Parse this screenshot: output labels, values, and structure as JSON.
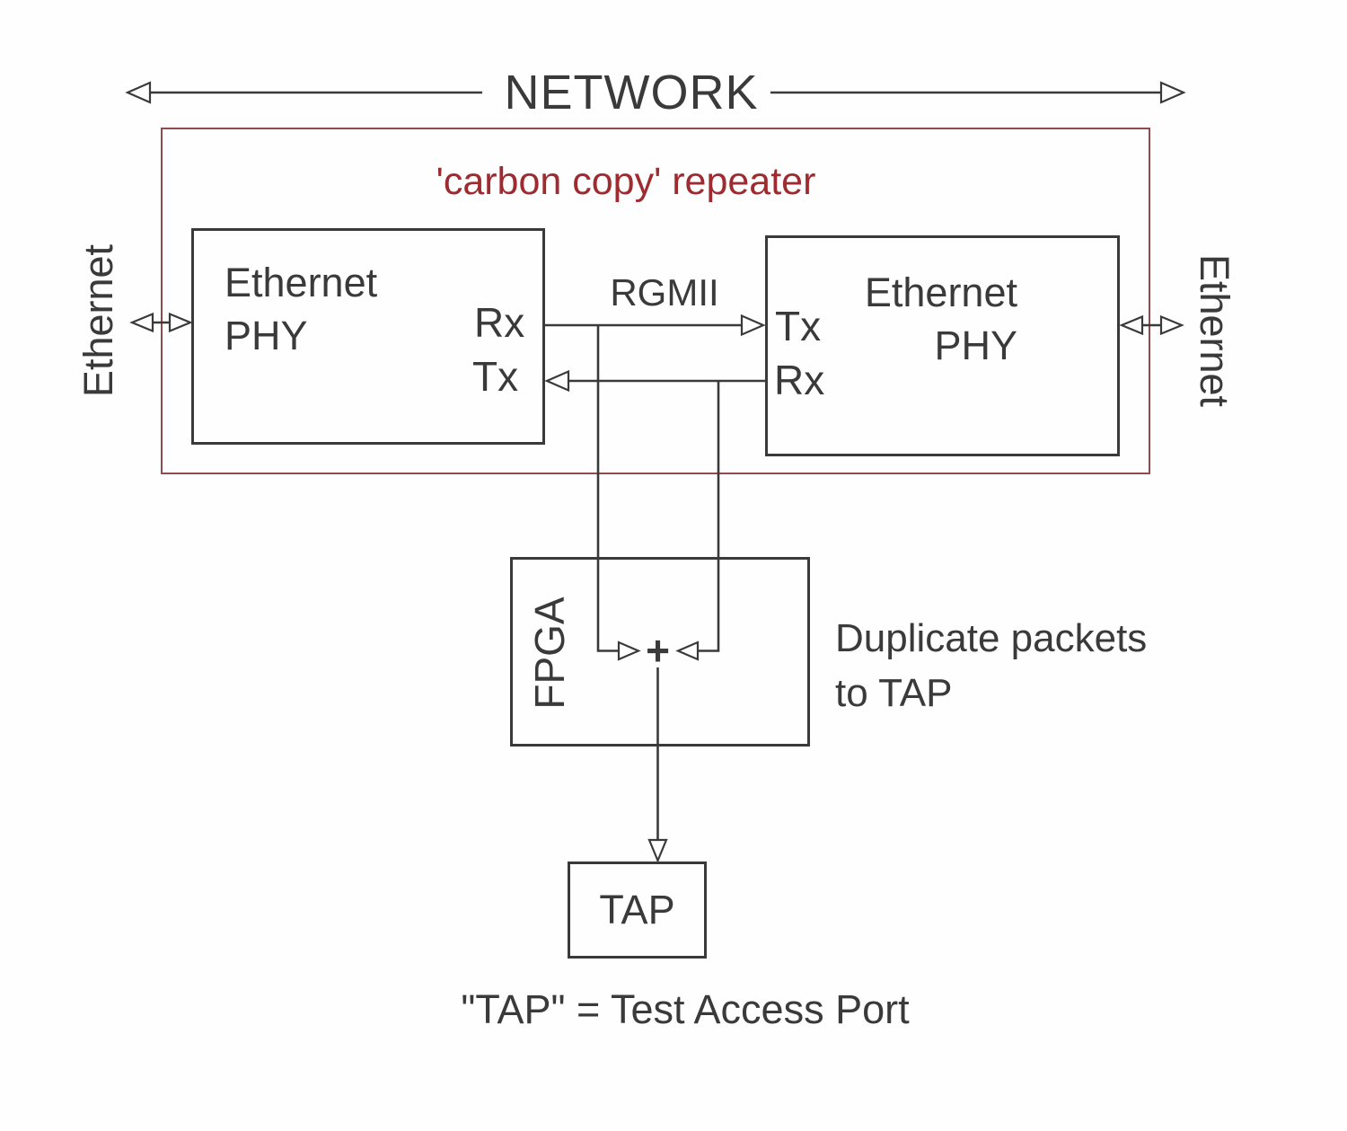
{
  "colors": {
    "line_color": "#3a3a3a",
    "repeater_border_color": "#914b4e",
    "repeater_text_color": "#9e2b30",
    "background_color": "#fefefe"
  },
  "diagram": {
    "title": "NETWORK",
    "repeater_label": "'carbon copy' repeater",
    "bus_label": "RGMII",
    "left_interface_label": "Ethernet",
    "right_interface_label": "Ethernet",
    "left_phy": {
      "name_line1": "Ethernet",
      "name_line2": "PHY",
      "top_port": "Rx",
      "bottom_port": "Tx"
    },
    "right_phy": {
      "name_line1": "Ethernet",
      "name_line2": "PHY",
      "top_port": "Tx",
      "bottom_port": "Rx"
    },
    "fpga_label": "FPGA",
    "junction_symbol": "+",
    "annotation": {
      "line1": "Duplicate packets",
      "line2": "to TAP"
    },
    "tap_label": "TAP",
    "caption": "\"TAP\" = Test Access Port"
  }
}
